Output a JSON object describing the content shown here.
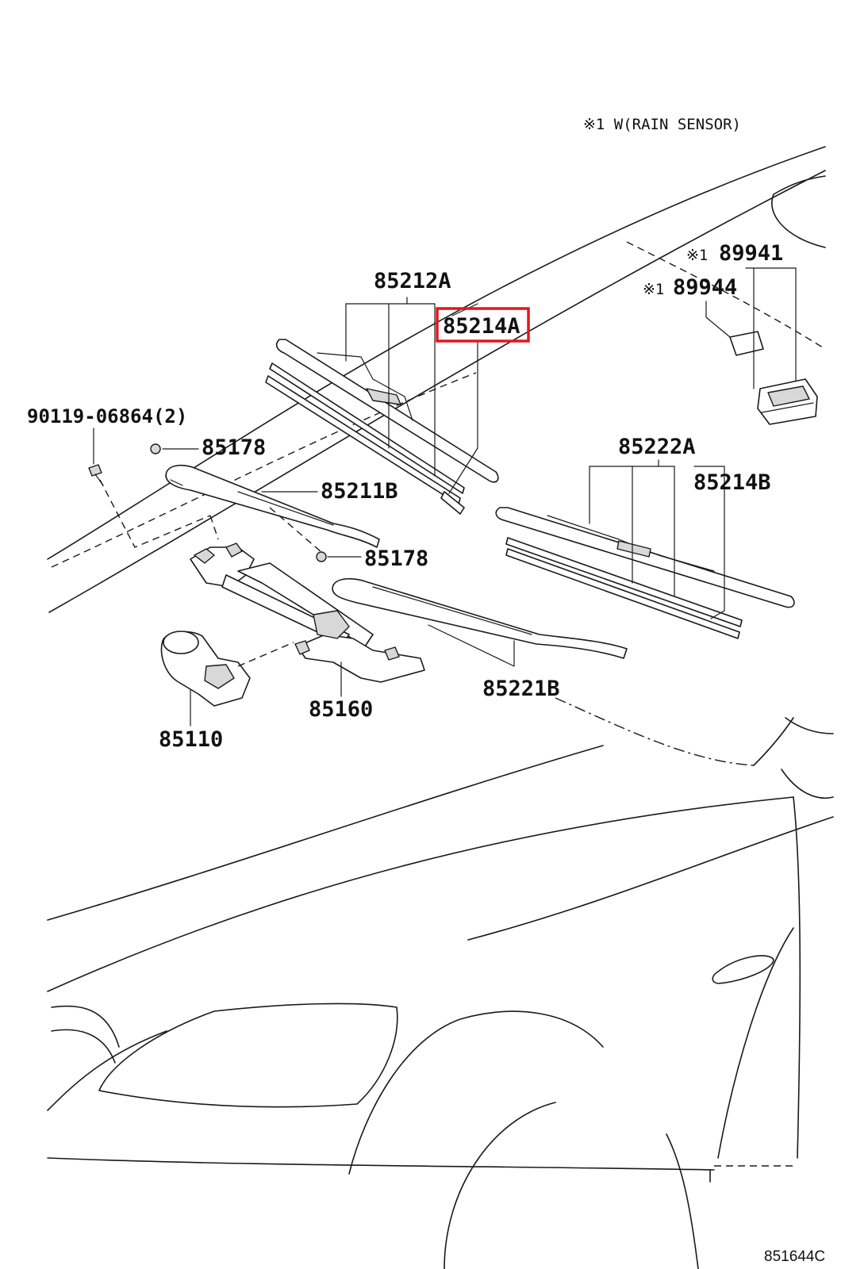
{
  "note": "※1 W(RAIN SENSOR)",
  "figure_id": "851644C",
  "highlight_color": "#e8141c",
  "callouts": {
    "p85212A": "85212A",
    "p85214A": "85214A",
    "p89941": "89941",
    "p89941_mark": "※1",
    "p89944": "89944",
    "p89944_mark": "※1",
    "p90119": "90119-06864(2)",
    "p85178_upper": "85178",
    "p85211B": "85211B",
    "p85178_lower": "85178",
    "p85222A": "85222A",
    "p85214B": "85214B",
    "p85221B": "85221B",
    "p85160": "85160",
    "p85110": "85110"
  },
  "highlighted_part": "85214A"
}
